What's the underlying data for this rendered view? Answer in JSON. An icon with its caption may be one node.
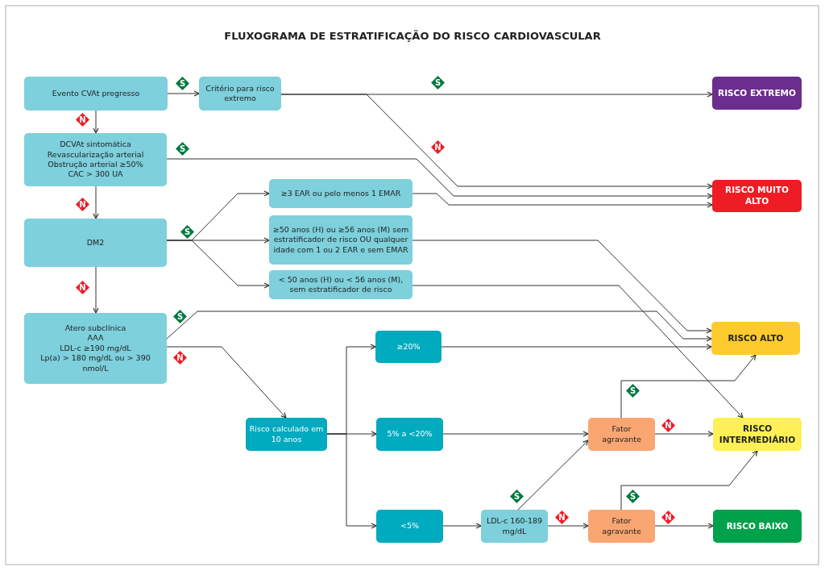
{
  "diagram": {
    "title": "FLUXOGRAMA DE ESTRATIFICAÇÃO DO RISCO CARDIOVASCULAR",
    "nodes": [
      {
        "text": [
          "Evento CVAt pregresso"
        ]
      },
      {
        "text": [
          "Critério para risco extremo"
        ]
      },
      {
        "text": [
          "RISCO EXTREMO"
        ]
      },
      {
        "text": [
          "DCVAt sintomática",
          "Revascularização arterial",
          "Obstrução arterial ≥50%",
          "CAC > 300 UA"
        ]
      },
      {
        "text": [
          "RISCO MUITO ALTO"
        ]
      },
      {
        "text": [
          "DM2"
        ]
      },
      {
        "text": [
          "≥3 EAR ou pelo menos 1 EMAR"
        ]
      },
      {
        "text": [
          "≥50 anos (H) ou ≥56 anos (M) sem estratificador de risco OU qualquer idade com 1 ou 2 EAR e sem EMAR"
        ]
      },
      {
        "text": [
          "< 50 anos (H) ou < 56 anos (M), sem estratificador de risco"
        ]
      },
      {
        "text": [
          "Atero subclínica",
          "AAA",
          "LDL-c ≥190 mg/dL",
          "Lp(a) > 180 mg/dL ou > 390 nmol/L"
        ]
      },
      {
        "text": [
          "RISCO ALTO"
        ]
      },
      {
        "text": [
          "≥20%"
        ]
      },
      {
        "text": [
          "Risco calculado em 10 anos"
        ]
      },
      {
        "text": [
          "5% a <20%"
        ]
      },
      {
        "text": [
          "Fator agravante"
        ]
      },
      {
        "text": [
          "RISCO INTERMEDIÁRIO"
        ]
      },
      {
        "text": [
          "<5%"
        ]
      },
      {
        "text": [
          "LDL-c 160-189 mg/dL"
        ]
      },
      {
        "text": [
          "Fator agravante"
        ]
      },
      {
        "text": [
          "RISCO BAIXO"
        ]
      }
    ],
    "edges": [
      {
        "from": 0,
        "to": 1,
        "arrow": "to",
        "label": "S"
      },
      {
        "from": 0,
        "to": 3,
        "arrow": "to",
        "label": "N"
      },
      {
        "from": 1,
        "to": 2,
        "arrow": "to",
        "label": "S"
      },
      {
        "from": 1,
        "to": 4,
        "arrow": "to",
        "label": "N"
      },
      {
        "from": 3,
        "to": 4,
        "arrow": "to",
        "label": "S"
      },
      {
        "from": 3,
        "to": 5,
        "arrow": "to",
        "label": "N"
      },
      {
        "from": 5,
        "to": 6,
        "arrow": "to"
      },
      {
        "from": 5,
        "to": 7,
        "arrow": "to",
        "label": "S"
      },
      {
        "from": 5,
        "to": 8,
        "arrow": "to"
      },
      {
        "from": 5,
        "to": 9,
        "arrow": "to",
        "label": "N"
      },
      {
        "from": 6,
        "to": 4,
        "arrow": "to"
      },
      {
        "from": 7,
        "to": 10,
        "arrow": "to"
      },
      {
        "from": 8,
        "to": 15,
        "arrow": "to"
      },
      {
        "from": 9,
        "to": 10,
        "arrow": "to",
        "label": "S"
      },
      {
        "from": 9,
        "to": 12,
        "arrow": "to",
        "label": "N"
      },
      {
        "from": 12,
        "to": 11,
        "arrow": "to"
      },
      {
        "from": 12,
        "to": 13,
        "arrow": "to"
      },
      {
        "from": 12,
        "to": 16,
        "arrow": "to"
      },
      {
        "from": 11,
        "to": 10,
        "arrow": "to"
      },
      {
        "from": 13,
        "to": 14,
        "arrow": "to"
      },
      {
        "from": 14,
        "to": 10,
        "arrow": "to",
        "label": "S"
      },
      {
        "from": 14,
        "to": 15,
        "arrow": "to",
        "label": "N"
      },
      {
        "from": 16,
        "to": 17,
        "arrow": "to"
      },
      {
        "from": 17,
        "to": 14,
        "arrow": "to",
        "label": "S"
      },
      {
        "from": 17,
        "to": 18,
        "arrow": "to",
        "label": "N"
      },
      {
        "from": 18,
        "to": 15,
        "arrow": "to",
        "label": "S"
      },
      {
        "from": 18,
        "to": 19,
        "arrow": "to",
        "label": "N"
      }
    ]
  }
}
